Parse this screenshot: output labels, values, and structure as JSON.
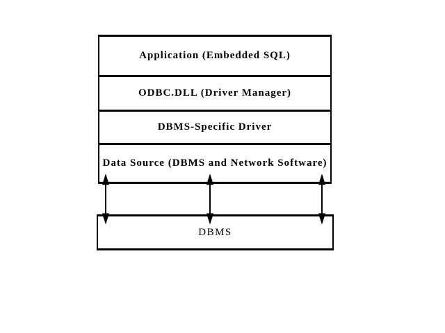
{
  "diagram": {
    "kind": "odbc-architecture-layers",
    "colors": {
      "background": "#ffffff",
      "line": "#000000",
      "text": "#000000"
    },
    "stack": {
      "layers": [
        {
          "label": "Application (Embedded SQL)"
        },
        {
          "label": "ODBC.DLL (Driver Manager)"
        },
        {
          "label": "DBMS-Specific Driver"
        },
        {
          "label": "Data Source (DBMS and Network Software)"
        }
      ]
    },
    "bottom_box": {
      "label": "DBMS"
    },
    "connectors": {
      "type": "double-headed-vertical-arrow",
      "count": 3,
      "from": "Data Source (DBMS and Network Software)",
      "to": "DBMS"
    }
  }
}
